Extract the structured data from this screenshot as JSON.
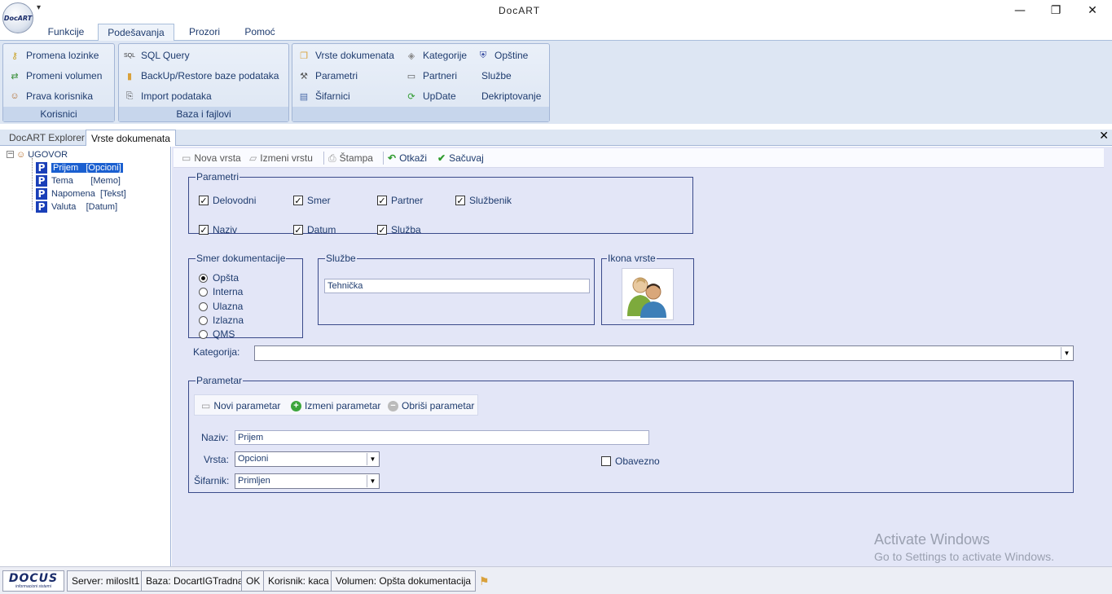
{
  "app": {
    "title": "DocART",
    "logo_text": "DocART"
  },
  "window_controls": {
    "minimize": "—",
    "restore": "❐",
    "close": "✕"
  },
  "ribbon": {
    "tabs": [
      "Funkcije",
      "Podešavanja",
      "Prozori",
      "Pomoć"
    ],
    "active_tab": "Podešavanja",
    "groups": {
      "korisnici": {
        "caption": "Korisnici",
        "items": [
          "Promena lozinke",
          "Promeni volumen",
          "Prava korisnika"
        ]
      },
      "baza": {
        "caption": "Baza i fajlovi",
        "items": [
          "SQL Query",
          "BackUp/Restore baze podataka",
          "Import podataka"
        ]
      },
      "ostalo": {
        "caption": "",
        "items": [
          "Vrste dokumenata",
          "Parametri",
          "Šifarnici",
          "Kategorije",
          "Partneri",
          "UpDate",
          "Opštine",
          "Službe",
          "Dekriptovanje"
        ]
      }
    }
  },
  "panel_tabs": [
    "DocART Explorer",
    "Vrste dokumenata"
  ],
  "panel_close": "✕",
  "tree": {
    "root": "UGOVOR",
    "items": [
      {
        "name": "Prijem",
        "type": "[Opcioni]"
      },
      {
        "name": "Tema",
        "type": "[Memo]"
      },
      {
        "name": "Napomena",
        "type": "[Tekst]"
      },
      {
        "name": "Valuta",
        "type": "[Datum]"
      }
    ],
    "selected": "Prijem"
  },
  "toolbar": {
    "new": "Nova vrsta",
    "edit": "Izmeni vrstu",
    "print": "Štampa",
    "cancel": "Otkaži",
    "save": "Sačuvaj"
  },
  "parametri": {
    "legend": "Parametri",
    "checks": [
      {
        "label": "Delovodni",
        "checked": true
      },
      {
        "label": "Smer",
        "checked": true
      },
      {
        "label": "Partner",
        "checked": true
      },
      {
        "label": "Službenik",
        "checked": true
      },
      {
        "label": "Naziv",
        "checked": true
      },
      {
        "label": "Datum",
        "checked": true
      },
      {
        "label": "Služba",
        "checked": true
      }
    ]
  },
  "smer": {
    "legend": "Smer dokumentacije",
    "options": [
      "Opšta",
      "Interna",
      "Ulazna",
      "Izlazna",
      "QMS"
    ],
    "selected": "Opšta"
  },
  "sluzbe": {
    "legend": "Službe",
    "value": "Tehnička"
  },
  "ikona": {
    "legend": "Ikona vrste"
  },
  "kategorija": {
    "label": "Kategorija:",
    "value": ""
  },
  "parametar": {
    "legend": "Parametar",
    "toolbar": {
      "new": "Novi parametar",
      "edit": "Izmeni parametar",
      "delete": "Obriši parametar"
    },
    "naziv_label": "Naziv:",
    "naziv_value": "Prijem",
    "vrsta_label": "Vrsta:",
    "vrsta_value": "Opcioni",
    "sifarnik_label": "Šifarnik:",
    "sifarnik_value": "Primljen",
    "obavezno_label": "Obavezno",
    "obavezno_checked": false
  },
  "statusbar": {
    "brand": "DOCUS",
    "brand_sub": "informacioni sistemi",
    "server": "Server: milosIt1",
    "baza": "Baza: DocartIGTradna",
    "ok": "OK",
    "korisnik": "Korisnik: kaca",
    "volumen": "Volumen: Opšta dokumentacija"
  },
  "watermark": {
    "line1": "Activate Windows",
    "line2": "Go to Settings to activate Windows."
  },
  "colors": {
    "accent": "#1a5fd0",
    "ribbon_bg": "#dde6f3",
    "content_bg": "#e3e6f7",
    "text": "#1e3b6e"
  }
}
